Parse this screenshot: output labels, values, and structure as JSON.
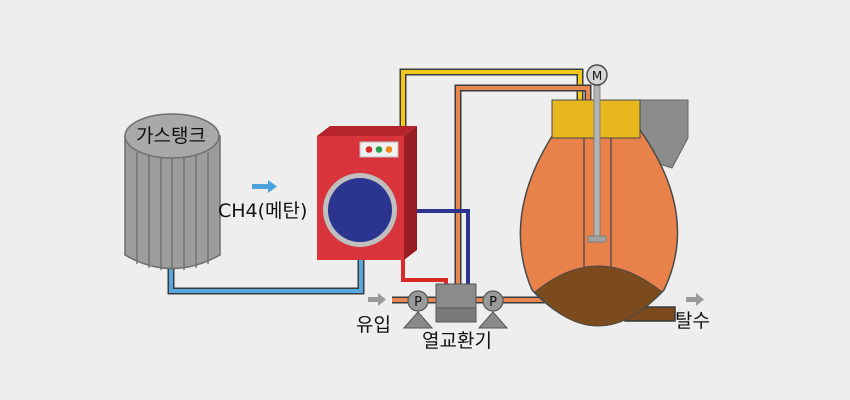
{
  "labels": {
    "gas_tank": "가스탱크",
    "methane": "CH4(메탄)",
    "inflow": "유입",
    "heat_exchanger": "열교환기",
    "dewatering": "탈수"
  },
  "pump_symbol": "P",
  "motor_symbol": "M",
  "colors": {
    "background": "#eeeeee",
    "tank_body": "#9d9d9d",
    "generator_body": "#d9333b",
    "generator_drum": "#2b3590",
    "gas_pipe": "#58a8e0",
    "hot_pipe": "#d92a26",
    "return_pipe": "#2b3590",
    "yellow_pipe": "#f3c81c",
    "orange_pipe": "#e8864f",
    "digester_body": "#e8814a",
    "digester_cap": "#e6b81e",
    "sludge": "#7b4a1d",
    "arrow": "#999999",
    "methane_arrow": "#4aa3df"
  }
}
